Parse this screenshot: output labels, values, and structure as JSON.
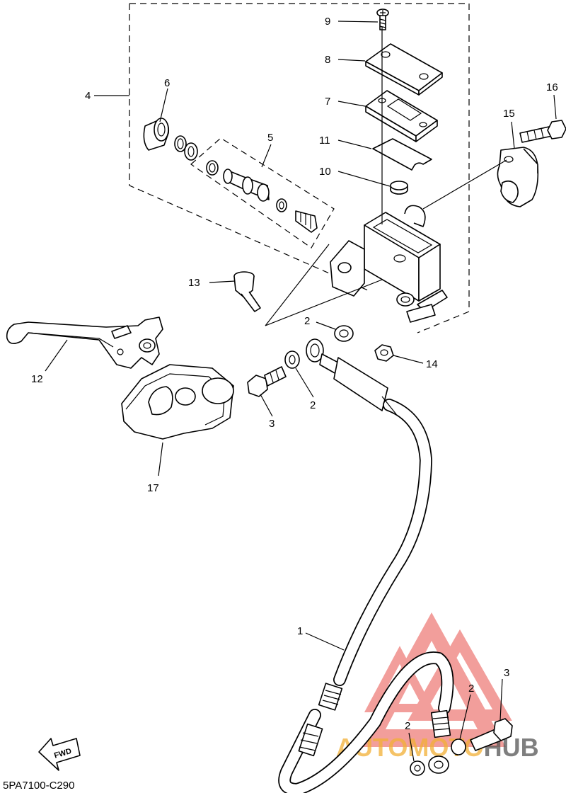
{
  "diagram": {
    "code": "5PA7100-C290",
    "direction_arrow": "FWD",
    "watermark": "AUTOMOTOHUB",
    "callouts": {
      "c1": "1",
      "c2a": "2",
      "c2b": "2",
      "c2c": "2",
      "c2d": "2",
      "c3a": "3",
      "c3b": "3",
      "c4": "4",
      "c5": "5",
      "c6": "6",
      "c7": "7",
      "c8": "8",
      "c9": "9",
      "c10": "10",
      "c11": "11",
      "c12": "12",
      "c13": "13",
      "c14": "14",
      "c15": "15",
      "c16": "16",
      "c17": "17"
    },
    "colors": {
      "line": "#000000",
      "watermark_red": "#e8504a",
      "watermark_orange": "#f2b035"
    }
  }
}
